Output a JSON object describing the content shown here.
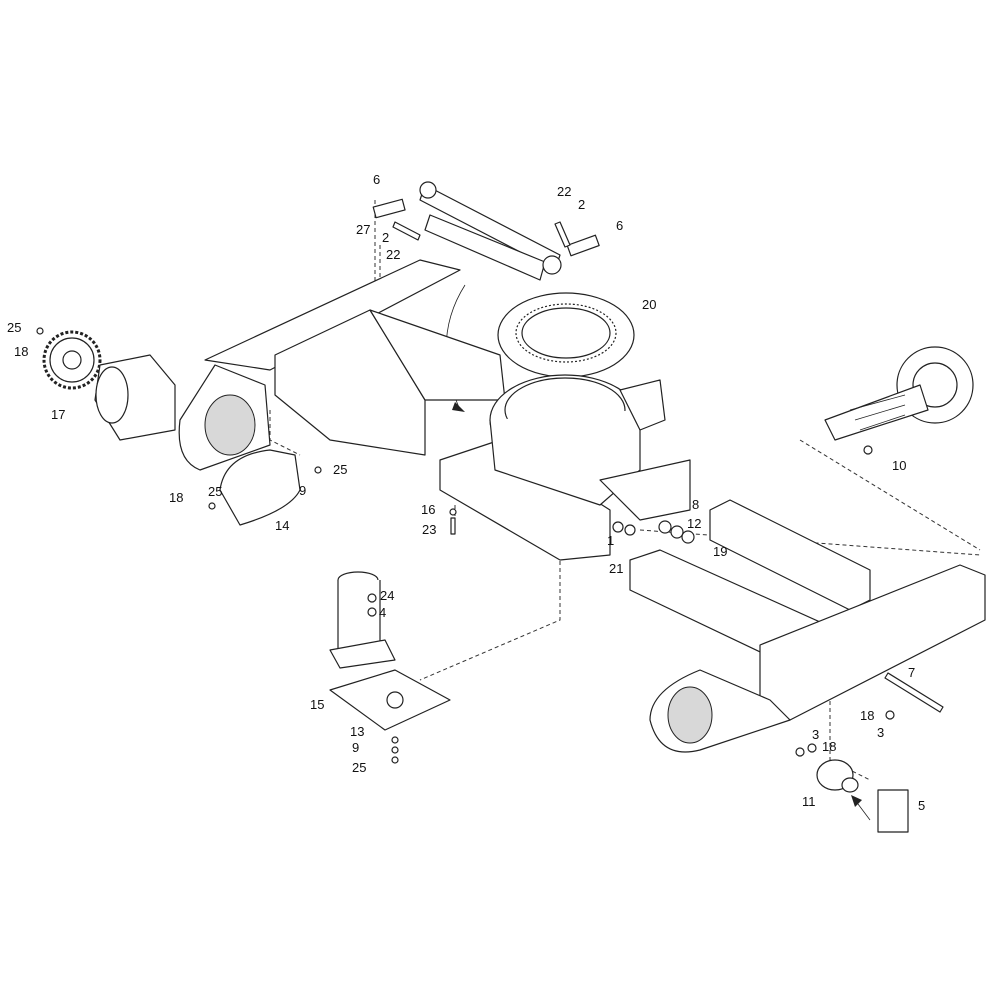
{
  "diagram": {
    "type": "exploded-parts-view",
    "labels": [
      "6",
      "27",
      "2",
      "22",
      "22",
      "2",
      "6",
      "20",
      "25",
      "18",
      "17",
      "25",
      "25",
      "9",
      "18",
      "14",
      "16",
      "23",
      "1",
      "8",
      "12",
      "19",
      "21",
      "10",
      "24",
      "4",
      "15",
      "13",
      "9",
      "25",
      "7",
      "18",
      "3",
      "3",
      "18",
      "11",
      "5"
    ]
  }
}
